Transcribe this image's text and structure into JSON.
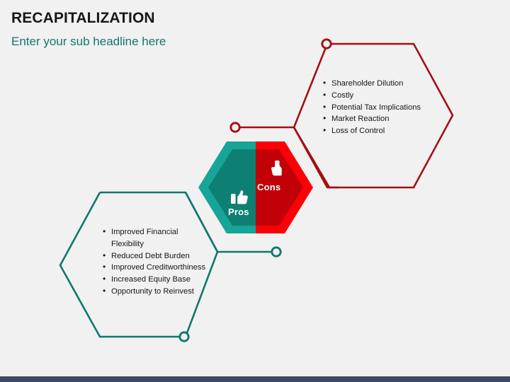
{
  "slide": {
    "title": "RECAPITALIZATION",
    "subtitle": "Enter your sub headline here",
    "background_color": "#f1f1f1",
    "footer_bar_color": "#3e4c63"
  },
  "center": {
    "pros": {
      "label": "Pros",
      "icon": "thumbs-up-icon",
      "fill_inner": "#0e8073",
      "fill_outer": "#16a596"
    },
    "cons": {
      "label": "Cons",
      "icon": "thumbs-down-icon",
      "fill_inner": "#c10008",
      "fill_outer": "#fb0007"
    }
  },
  "pros_panel": {
    "accent_color": "#11776b",
    "items": [
      "Improved Financial Flexibility",
      "Reduced Debt Burden",
      "Improved Creditworthiness",
      "Increased Equity Base",
      "Opportunity to Reinvest"
    ]
  },
  "cons_panel": {
    "accent_color": "#a50f13",
    "items": [
      "Shareholder Dilution",
      "Costly",
      "Potential Tax Implications",
      "Market Reaction",
      "Loss of Control"
    ]
  }
}
